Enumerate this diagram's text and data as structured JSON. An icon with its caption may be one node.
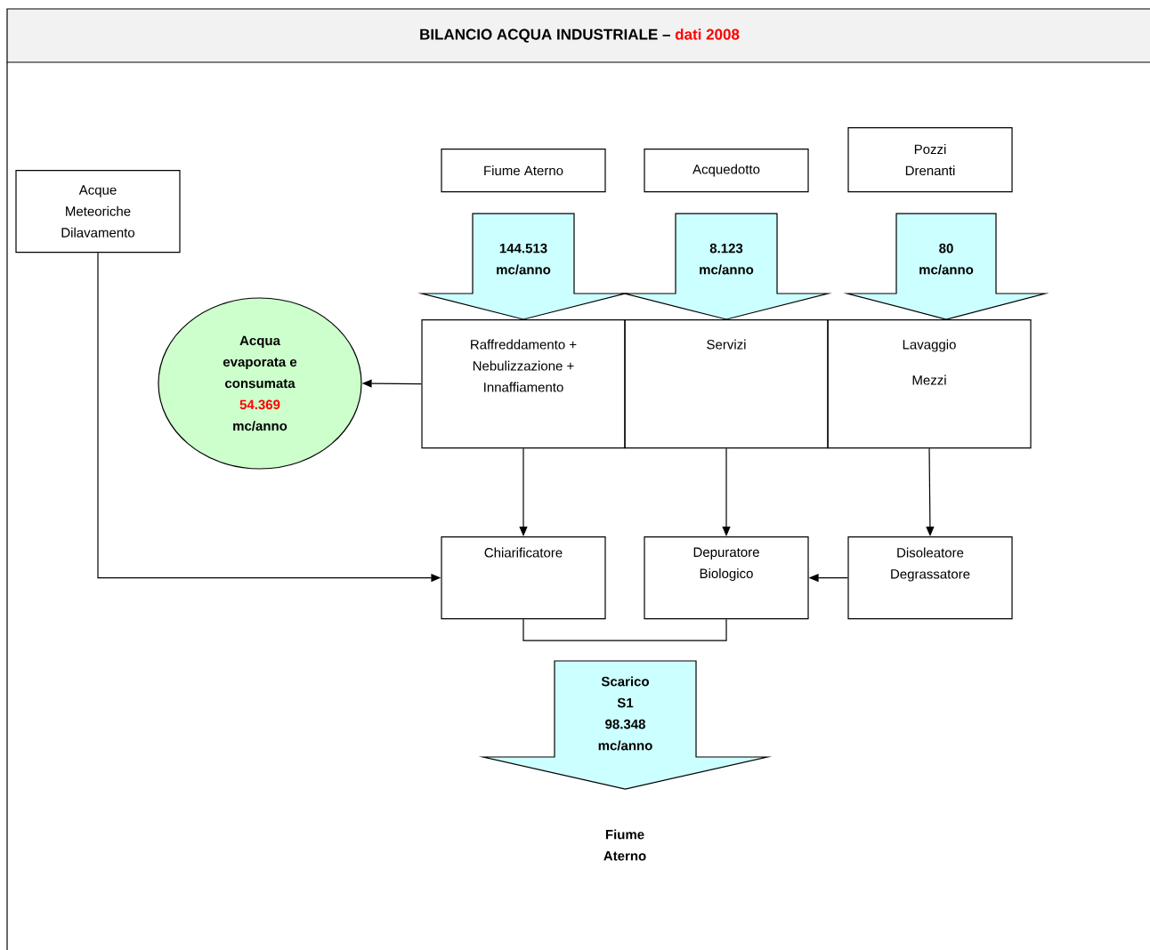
{
  "diagram": {
    "title": "BILANCIO ACQUA INDUSTRIALE –",
    "nodes": [
      {
        "text": [
          "Fiume Aterno"
        ]
      },
      {
        "text": [
          "Acquedotto"
        ]
      },
      {
        "text": [
          "Pozzi Drenanti"
        ]
      },
      {
        "text": [
          "Acque Meteoriche Dilavamento"
        ]
      },
      {
        "text": [
          "Raffreddamento + Nebulizzazione + Innaffiamento"
        ]
      },
      {
        "text": [
          "Servizi"
        ]
      },
      {
        "text": [
          "Lavaggio",
          "Mezzi"
        ]
      },
      {
        "text": [
          "Acqua evaporata e consumata",
          "54.369",
          "mc/anno"
        ]
      },
      {
        "text": [
          "Chiarificatore"
        ]
      },
      {
        "text": [
          "Depuratore Biologico"
        ]
      },
      {
        "text": [
          "Disoleatore Degrassatore"
        ]
      },
      {
        "text": [
          "Scarico S1 98.348 mc/anno"
        ]
      }
    ],
    "edges": [
      {
        "from": 0,
        "to": 4,
        "arrow": "to",
        "label": "144.513 mc/anno"
      },
      {
        "from": 1,
        "to": 5,
        "arrow": "to",
        "label": "8.123 mc/anno"
      },
      {
        "from": 2,
        "to": 6,
        "arrow": "to",
        "label": "80 mc/anno"
      },
      {
        "from": 4,
        "to": 7,
        "arrow": "to"
      },
      {
        "from": 4,
        "to": 8,
        "arrow": "to"
      },
      {
        "from": 5,
        "to": 9,
        "arrow": "to"
      },
      {
        "from": 6,
        "to": 10,
        "arrow": "to"
      },
      {
        "from": 10,
        "to": 9,
        "arrow": "to"
      },
      {
        "from": 3,
        "to": 8,
        "arrow": "to"
      },
      {
        "from": 8,
        "to": 9,
        "arrow": "none"
      }
    ],
    "labels": [
      "dati 2008",
      "Fiume Aterno"
    ]
  }
}
